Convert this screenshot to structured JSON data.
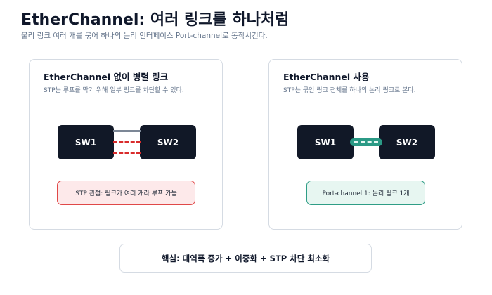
{
  "header": {
    "title": "EtherChannel: 여러 링크를 하나처럼",
    "subtitle": "물리 링크 여러 개를 묶어 하나의 논리 인터페이스 Port-channel로 동작시킨다."
  },
  "panels": [
    {
      "title": "EtherChannel 없이 병렬 링크",
      "description": "STP는 루프를 막기 위해 일부 링크를 차단할 수 있다.",
      "switches": [
        "SW1",
        "SW2"
      ],
      "note": "STP 관점: 링크가 여러 개라 루프 가능"
    },
    {
      "title": "EtherChannel 사용",
      "description": "STP는 묶인 링크 전체를 하나의 논리 링크로 본다.",
      "switches": [
        "SW1",
        "SW2"
      ],
      "note": "Port-channel 1: 논리 링크 1개"
    }
  ],
  "summary": "핵심: 대역폭 증가 + 이중화 + STP 차단 최소화",
  "colors": {
    "switch": "#111827",
    "active_link": "#7c8796",
    "blocked_link": "#d92c2c",
    "bundle": "#2b9a86",
    "warning_bg": "#fde9ea",
    "ok_bg": "#e7f6f1"
  }
}
